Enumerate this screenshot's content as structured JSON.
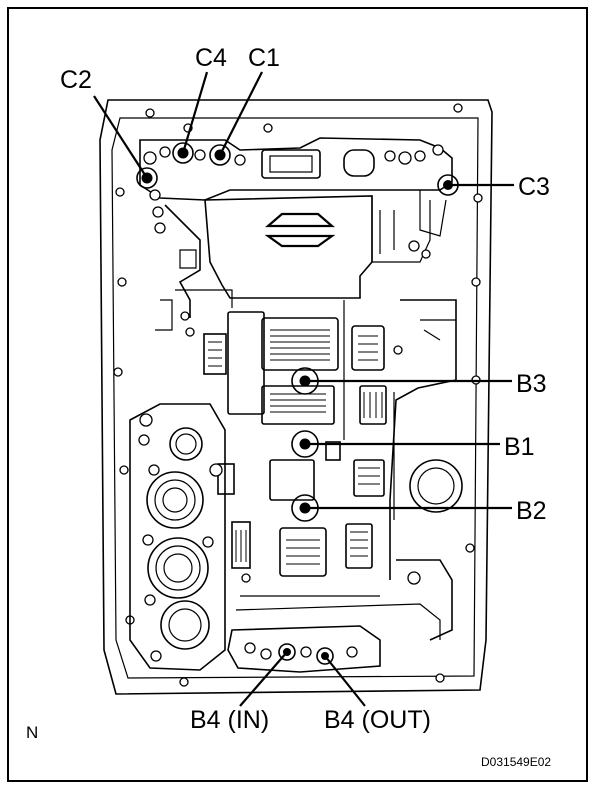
{
  "labels": {
    "c1": "C1",
    "c2": "C2",
    "c3": "C3",
    "c4": "C4",
    "b1": "B1",
    "b2": "B2",
    "b3": "B3",
    "b4_in": "B4 (IN)",
    "b4_out": "B4 (OUT)"
  },
  "orientation_mark": "N",
  "figure_code": "D031549E02",
  "colors": {
    "line": "#000000",
    "background": "#ffffff"
  }
}
